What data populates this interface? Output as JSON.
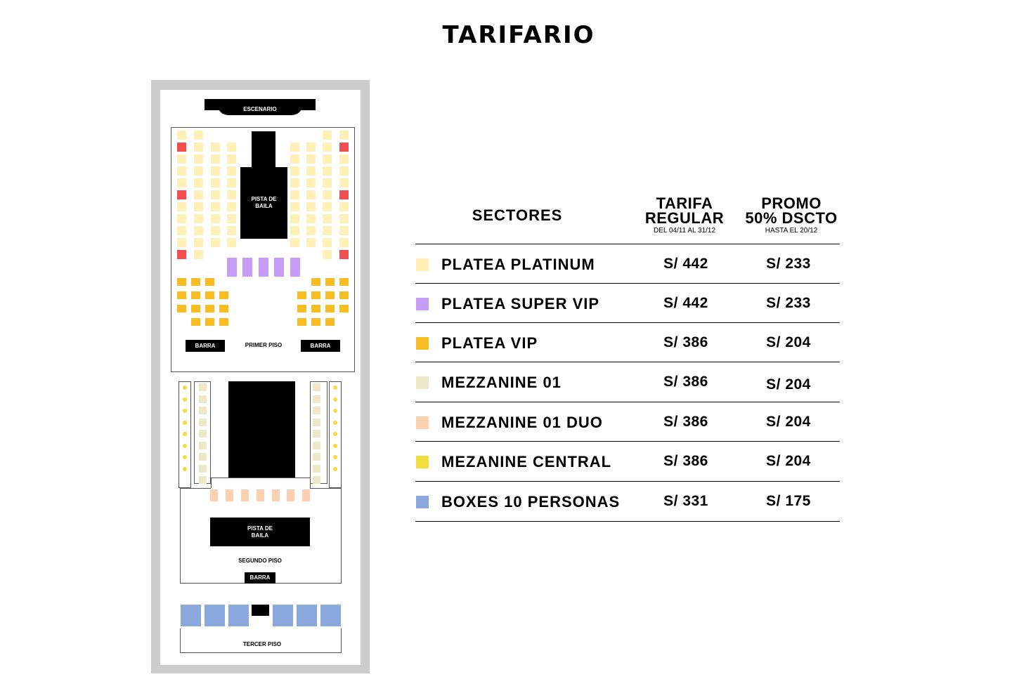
{
  "title": "TARIFARIO",
  "map": {
    "stage_label": "ESCENARIO",
    "dance_floor_1": "PISTA DE\nBAILA",
    "bar_left": "BARRA",
    "bar_right": "BARRA",
    "floor_1": "PRIMER PISO",
    "dance_floor_2": "PISTA DE\nBAILA",
    "floor_2": "SEGUNDO PISO",
    "bar_2": "BARRA",
    "floor_3": "TERCER PISO"
  },
  "table": {
    "header_sectors": "SECTORES",
    "header_regular_line1": "TARIFA",
    "header_regular_line2": "REGULAR",
    "header_regular_sub": "DEL 04/11 AL 31/12",
    "header_promo_line1": "PROMO",
    "header_promo_line2": "50% DSCTO",
    "header_promo_sub": "HASTA EL 20/12",
    "rows": [
      {
        "name": "PLATEA PLATINUM",
        "regular": "S/ 442",
        "promo": "S/ 233",
        "color": "#fff0b8"
      },
      {
        "name": "PLATEA SUPER VIP",
        "regular": "S/ 442",
        "promo": "S/ 233",
        "color": "#c79cf7"
      },
      {
        "name": "PLATEA VIP",
        "regular": "S/ 386",
        "promo": "S/ 204",
        "color": "#f9bd24"
      },
      {
        "name": "MEZZANINE 01",
        "regular": "S/ 386",
        "promo": "S/ 204",
        "color": "#ede9c8"
      },
      {
        "name": "MEZZANINE 01 DUO",
        "regular": "S/ 386",
        "promo": "S/ 204",
        "color": "#fdd0b2"
      },
      {
        "name": "MEZANINE CENTRAL",
        "regular": "S/ 386",
        "promo": "S/ 204",
        "color": "#f5dd3c"
      },
      {
        "name": "BOXES 10 PERSONAS",
        "regular": "S/ 331",
        "promo": "S/ 175",
        "color": "#8aa8dc"
      }
    ]
  },
  "seat_colors": {
    "platinum": "#fff0b8",
    "super_vip": "#c79cf7",
    "vip": "#f9bd24",
    "mezzanine": "#ede9c8",
    "duo": "#fdd0b2",
    "central": "#f5dd3c",
    "boxes": "#8aa8dc",
    "red": "#f24e4e"
  }
}
